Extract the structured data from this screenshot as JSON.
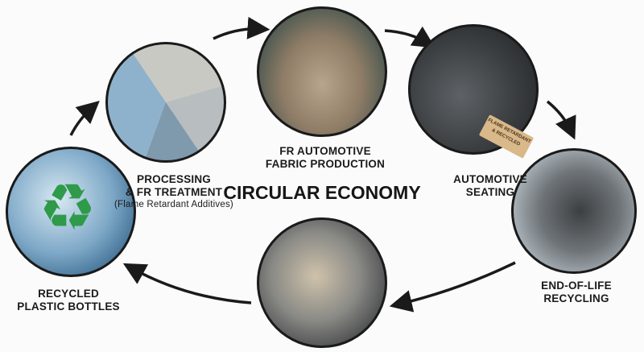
{
  "title": "CIRCULAR ECONOMY",
  "stages": [
    {
      "id": "recycled-plastic-bottles",
      "line1": "RECYCLED",
      "line2": "PLASTIC BOTTLES",
      "icon": "recycle-icon"
    },
    {
      "id": "processing",
      "line1": "PROCESSING",
      "line2": "& FR TREATMENT",
      "note": "(Flame Retardant Additives)"
    },
    {
      "id": "fabric",
      "line1": "FR AUTOMOTIVE",
      "line2": "FABRIC PRODUCTION"
    },
    {
      "id": "seating",
      "line1": "AUTOMOTIVE",
      "line2": "SEATING",
      "tag": "FLAME RETARDANT & RECYCLED"
    },
    {
      "id": "end-of-life",
      "line1": "END-OF-LIFE",
      "line2": "RECYCLING"
    },
    {
      "id": "materials",
      "line1": "",
      "line2": ""
    }
  ],
  "colors": {
    "recycle": "#2e9a4a",
    "arrow": "#1a1a1a"
  }
}
